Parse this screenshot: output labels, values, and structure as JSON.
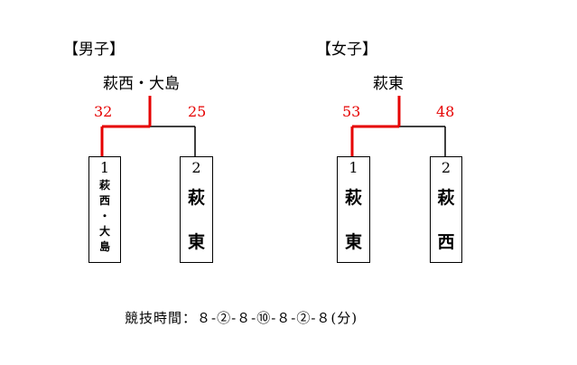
{
  "men": {
    "heading": "【男子】",
    "winner": "萩西・大島",
    "score_left": "32",
    "score_right": "25",
    "team1": {
      "seed": "1",
      "name_lines": [
        "萩",
        "西",
        "・",
        "大",
        "島"
      ]
    },
    "team2": {
      "seed": "2",
      "name_lines": [
        "萩",
        "東"
      ]
    }
  },
  "women": {
    "heading": "【女子】",
    "winner": "萩東",
    "score_left": "53",
    "score_right": "48",
    "team1": {
      "seed": "1",
      "name_lines": [
        "萩",
        "東"
      ]
    },
    "team2": {
      "seed": "2",
      "name_lines": [
        "萩",
        "西"
      ]
    }
  },
  "footer": {
    "time_note": "競技時間：８-②-８-⑩-８-②-８(分)"
  },
  "colors": {
    "winner_line": "#e60000",
    "normal_line": "#000000",
    "score_text": "#e60000"
  }
}
